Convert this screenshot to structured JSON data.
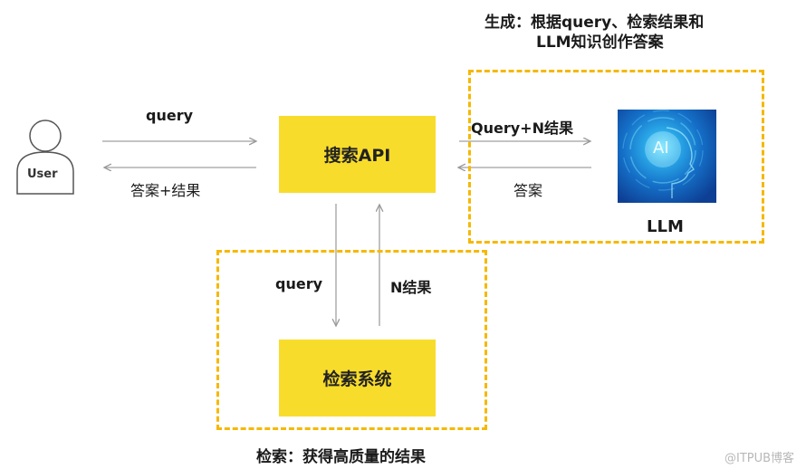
{
  "user": {
    "label": "User",
    "icon": "user-icon"
  },
  "arrows": {
    "user_to_api": "query",
    "api_to_user": "答案+结果",
    "api_to_llm": "Query+N结果",
    "llm_to_api": "答案",
    "api_to_retrieval": "query",
    "retrieval_to_api": "N结果"
  },
  "nodes": {
    "search_api": "搜索API",
    "retrieval_system": "检索系统",
    "llm_label": "LLM",
    "llm_image_text": "AI"
  },
  "captions": {
    "generation_line1": "生成：根据query、检索结果和",
    "generation_line2": "LLM知识创作答案",
    "retrieval": "检索：获得高质量的结果"
  },
  "watermark": "@ITPUB博客",
  "colors": {
    "box_fill": "#f8dc2b",
    "dash": "#f5b800",
    "arrow": "#a0a0a0"
  }
}
